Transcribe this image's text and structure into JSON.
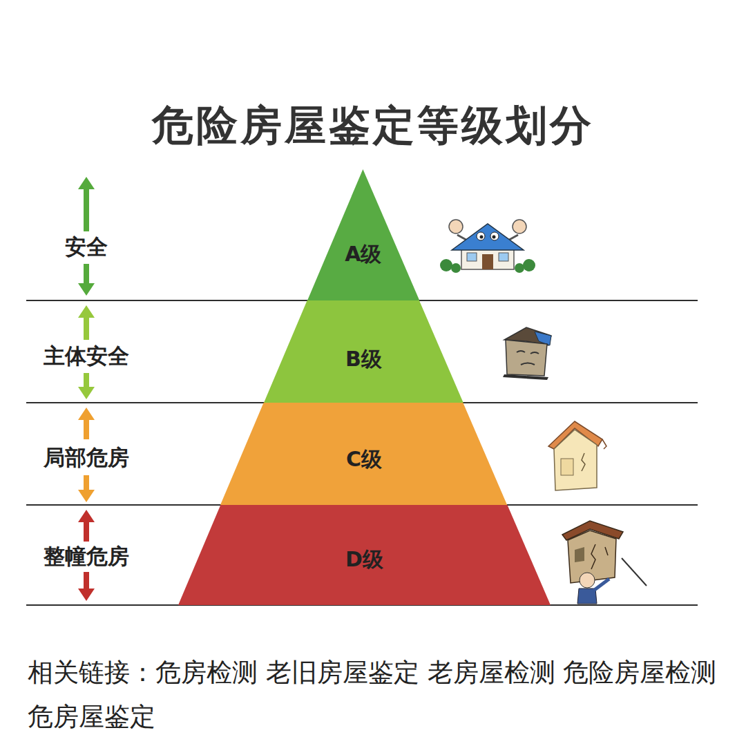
{
  "diagram": {
    "title": "危险房屋鉴定等级划分",
    "caption": "相关链接：危房检测 老旧房屋鉴定 老房屋检测 危险房屋检测 危房屋鉴定",
    "nodes": [
      {
        "text": [
          "A级"
        ]
      },
      {
        "text": [
          "B级"
        ]
      },
      {
        "text": [
          "C级"
        ]
      },
      {
        "text": [
          "D级"
        ]
      }
    ],
    "labels": [
      "安全",
      "主体安全",
      "局部危房",
      "整幢危房"
    ]
  }
}
